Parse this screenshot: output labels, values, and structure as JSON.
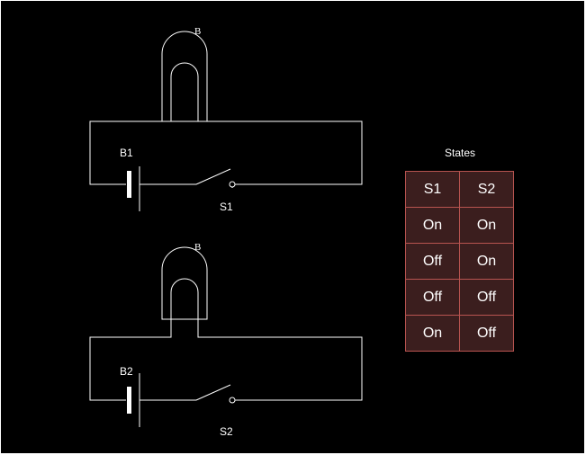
{
  "circuits": [
    {
      "bulb_label": "B",
      "battery_label": "B1",
      "switch_label": "S1"
    },
    {
      "bulb_label": "B",
      "battery_label": "B2",
      "switch_label": "S2"
    }
  ],
  "states": {
    "title": "States",
    "headers": [
      "S1",
      "S2"
    ],
    "rows": [
      [
        "On",
        "On"
      ],
      [
        "Off",
        "On"
      ],
      [
        "Off",
        "Off"
      ],
      [
        "On",
        "Off"
      ]
    ]
  },
  "colors": {
    "background": "#000000",
    "wire": "#ffffff",
    "cell_fill": "#3b1e1e",
    "cell_border": "#b85450"
  }
}
